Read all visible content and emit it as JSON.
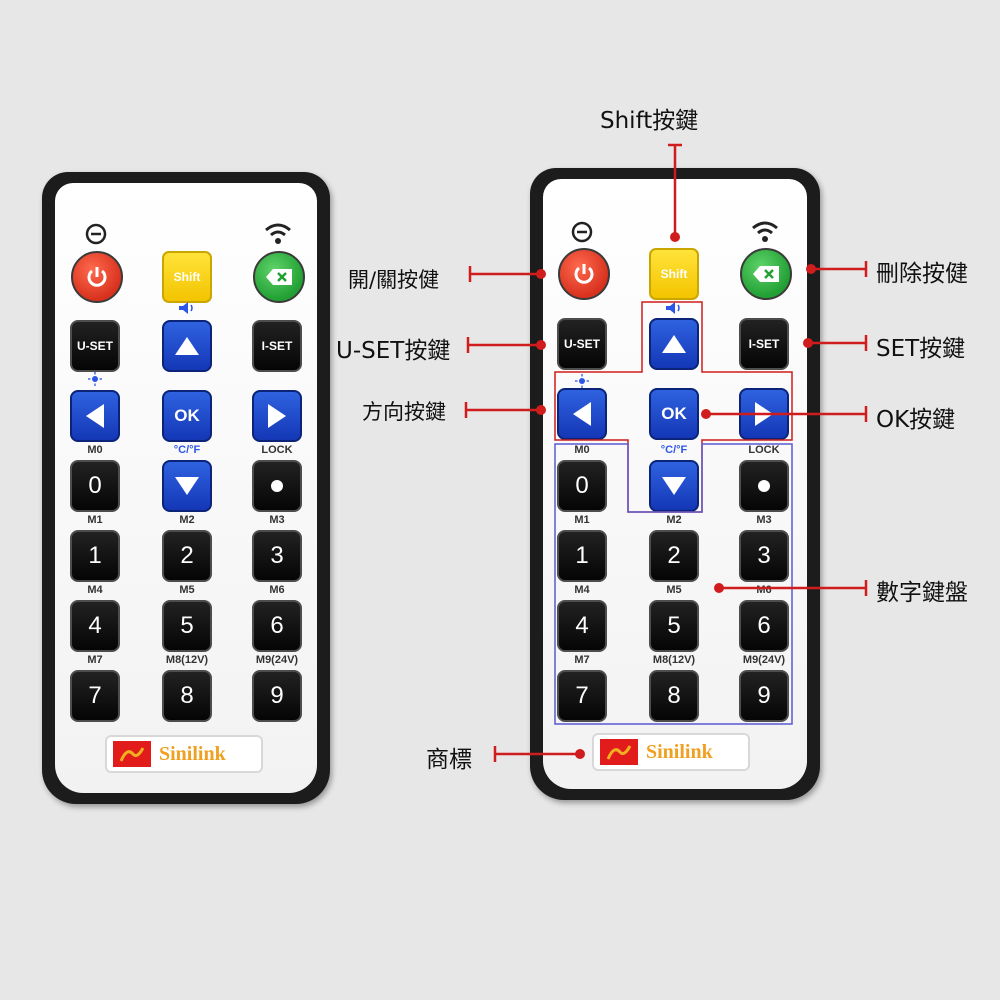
{
  "annotations": {
    "shift": "Shift按鍵",
    "power": "開/關按健",
    "delete": "刪除按健",
    "uset": "U-SET按鍵",
    "set": "SET按鍵",
    "direction": "方向按鍵",
    "ok": "OK按鍵",
    "numpad": "數字鍵盤",
    "brand": "商標"
  },
  "remote": {
    "shift_label": "Shift",
    "uset_label": "U-SET",
    "iset_label": "I-SET",
    "ok_label": "OK",
    "sub_m0": "M0",
    "sub_temp": "°C/°F",
    "sub_lock": "LOCK",
    "sub_m1": "M1",
    "sub_m2": "M2",
    "sub_m3": "M3",
    "sub_m4": "M4",
    "sub_m5": "M5",
    "sub_m6": "M6",
    "sub_m7": "M7",
    "sub_m8": "M8(12V)",
    "sub_m9": "M9(24V)",
    "num_0": "0",
    "num_1": "1",
    "num_2": "2",
    "num_3": "3",
    "num_4": "4",
    "num_5": "5",
    "num_6": "6",
    "num_7": "7",
    "num_8": "8",
    "num_9": "9",
    "brand_text": "Sinilink"
  },
  "icons": [
    "power-icon",
    "wifi-icon",
    "delete-icon",
    "minus-circle-icon",
    "volume-icon",
    "sun-icon",
    "moon-icon",
    "arrow-up-icon",
    "arrow-down-icon",
    "arrow-left-icon",
    "arrow-right-icon",
    "dot-icon",
    "brand-logo-icon"
  ],
  "colors": {
    "annotation_red": "#d01c1c",
    "annotation_blue": "#5a5ad0",
    "button_red": "#d8321e",
    "button_green": "#22a033",
    "button_yellow": "#f3c400",
    "button_blue": "#1437b6",
    "brand_orange": "#f0a020"
  }
}
